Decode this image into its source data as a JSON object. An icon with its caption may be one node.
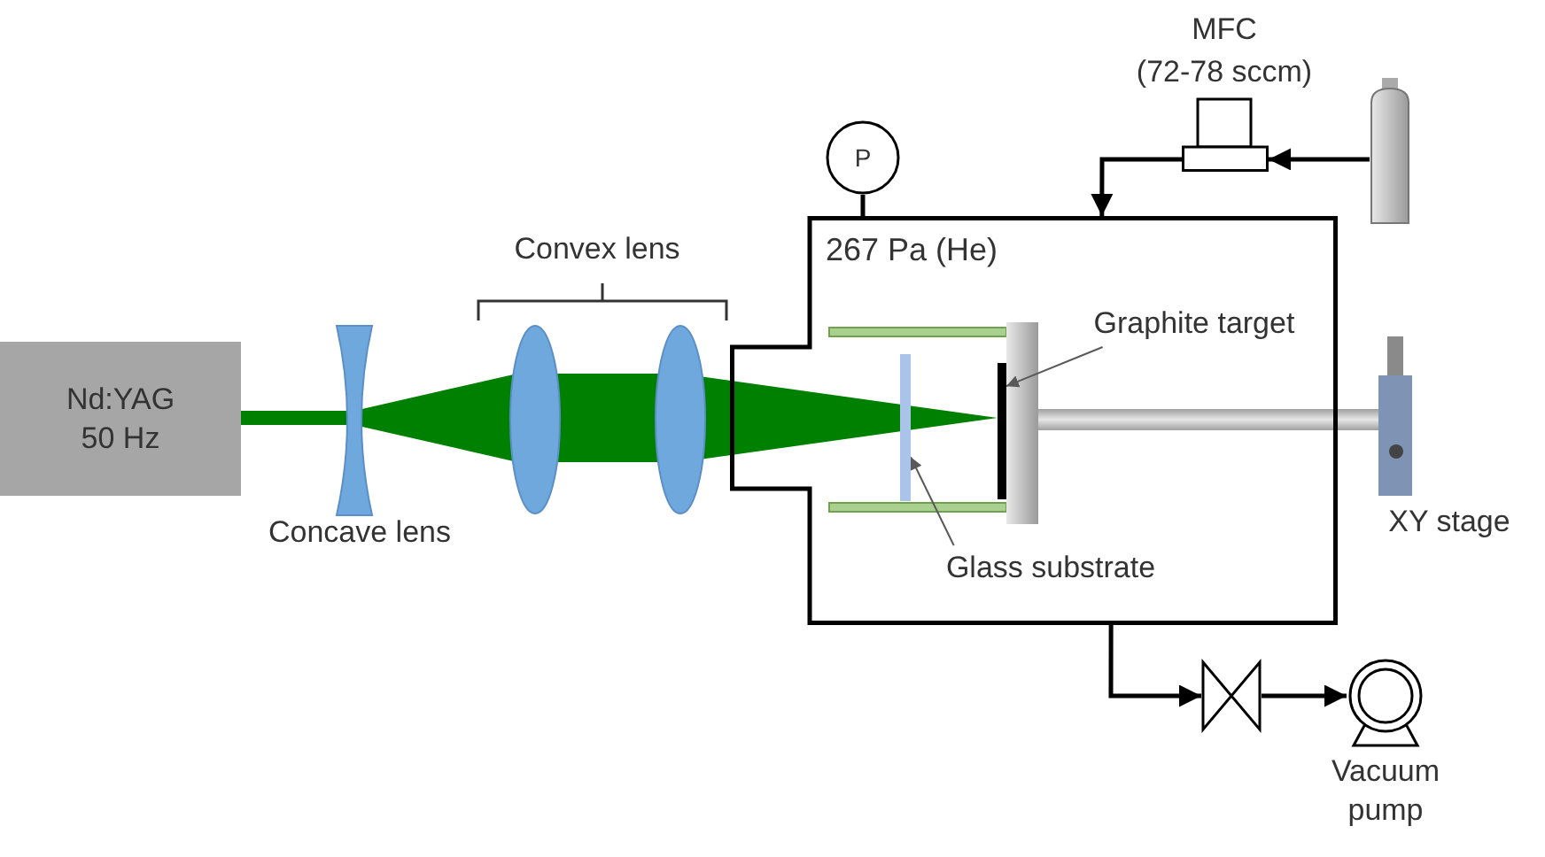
{
  "diagram": {
    "nodes": [
      {
        "text": [
          "Nd:YAG",
          "50 Hz"
        ]
      },
      {
        "text": [
          "267 Pa (He)"
        ]
      },
      {
        "text": [
          "P"
        ]
      },
      {
        "text": [],
        "shape": "box",
        "beside": [
          "MFC",
          "(72-78 sccm)"
        ]
      },
      {
        "text": [],
        "shape": "cylinder"
      },
      {
        "text": [],
        "shape": "valve"
      },
      {
        "text": [],
        "shape": "pump",
        "beside": [
          "Vacuum pump"
        ]
      },
      {
        "text": [
          "Graphite target"
        ],
        "in": 1
      },
      {
        "text": [],
        "shape": "bar",
        "in": 1
      },
      {
        "text": [
          "Glass substrate"
        ],
        "in": 1
      },
      {
        "text": [],
        "shape": "bar",
        "in": 1
      }
    ],
    "edges": [
      {
        "from": 2,
        "to": 1,
        "arrow": "none"
      },
      {
        "from": 4,
        "to": 3,
        "arrow": "to"
      },
      {
        "from": 3,
        "to": 1,
        "arrow": "to"
      },
      {
        "from": 1,
        "to": 5,
        "arrow": "to"
      },
      {
        "from": 5,
        "to": 6,
        "arrow": "to"
      },
      {
        "from": 7,
        "to": 10,
        "arrow": "to",
        "color": "#595959"
      },
      {
        "from": 9,
        "to": 8,
        "arrow": "to",
        "color": "#595959"
      },
      {
        "from": 0,
        "to": 10,
        "arrow": "none",
        "style": "thick",
        "color": "#008000"
      }
    ],
    "labels": [
      "Convex lens",
      "Concave lens",
      "XY stage"
    ]
  }
}
